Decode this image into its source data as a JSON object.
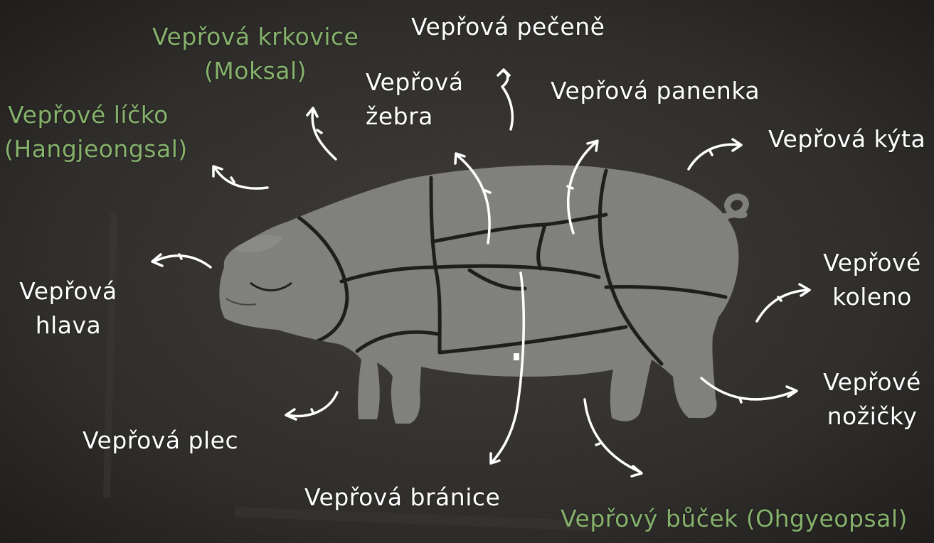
{
  "colors": {
    "background": "#2b2926",
    "pig_fill": "#7f7f7b",
    "cut_line": "#1f1e1c",
    "arrow": "#ffffff",
    "white_label": "#ffffff",
    "green_label": "#86b26c"
  },
  "labels": {
    "krkovice": {
      "line1": "Vepřová krkovice",
      "line2": "(Moksal)",
      "color": "green"
    },
    "pecene": {
      "line1": "Vepřová pečeně",
      "color": "white"
    },
    "zebra": {
      "line1": "Vepřová",
      "line2": "žebra",
      "color": "white"
    },
    "panenka": {
      "line1": "Vepřová panenka",
      "color": "white"
    },
    "licko": {
      "line1": "Vepřové líčko",
      "line2": "(Hangjeongsal)",
      "color": "green"
    },
    "kyta": {
      "line1": "Vepřová kýta",
      "color": "white"
    },
    "hlava": {
      "line1": "Vepřová",
      "line2": "hlava",
      "color": "white"
    },
    "koleno": {
      "line1": "Vepřové",
      "line2": "koleno",
      "color": "white"
    },
    "nozicky": {
      "line1": "Vepřové",
      "line2": "nožičky",
      "color": "white"
    },
    "plec": {
      "line1": "Vepřová plec",
      "color": "white"
    },
    "branice": {
      "line1": "Vepřová bránice",
      "color": "white"
    },
    "bucek": {
      "line1": "Vepřový bůček (Ohgyeopsal)",
      "color": "green"
    }
  }
}
